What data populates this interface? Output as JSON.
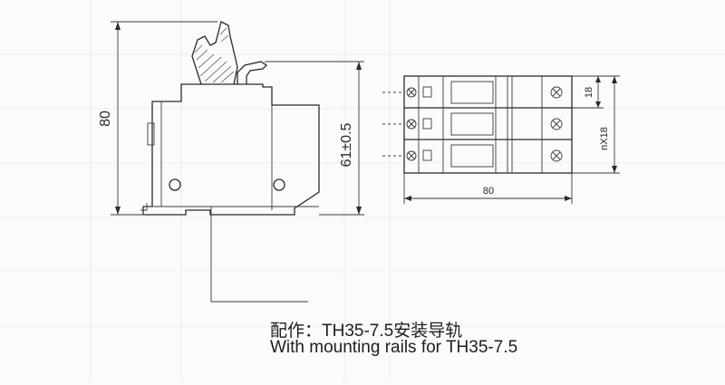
{
  "side_view": {
    "height_label": "80",
    "rail_height_label": "61±0.5"
  },
  "top_view": {
    "pitch_label": "18",
    "total_pitch_label": "nX18",
    "width_label": "80"
  },
  "caption": {
    "line_cn": "配作：TH35-7.5安装导轨",
    "line_en": "With mounting rails for TH35-7.5"
  }
}
